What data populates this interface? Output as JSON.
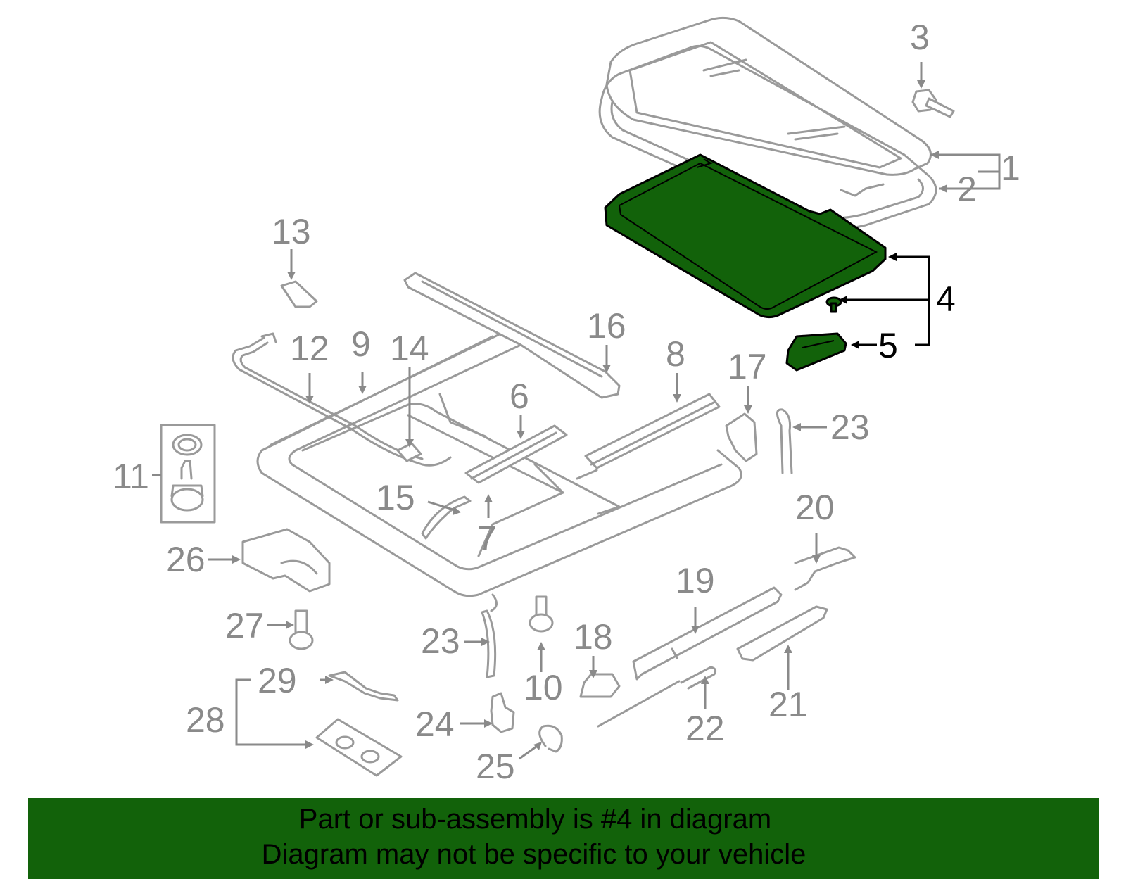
{
  "highlighted_part": "4",
  "part_numbers": [
    "1",
    "2",
    "3",
    "4",
    "5",
    "6",
    "7",
    "8",
    "9",
    "10",
    "11",
    "12",
    "13",
    "14",
    "15",
    "16",
    "17",
    "18",
    "19",
    "20",
    "21",
    "22",
    "23",
    "23",
    "24",
    "25",
    "26",
    "27",
    "28",
    "29"
  ],
  "banner": {
    "line1": "Part or sub-assembly is #4 in diagram",
    "line2": "Diagram may not be specific to your vehicle",
    "color": "#12620a"
  },
  "colors": {
    "highlight": "#12620a",
    "outline": "#9a9a9a",
    "label": "#8a8a8a",
    "active_label": "#000000"
  }
}
